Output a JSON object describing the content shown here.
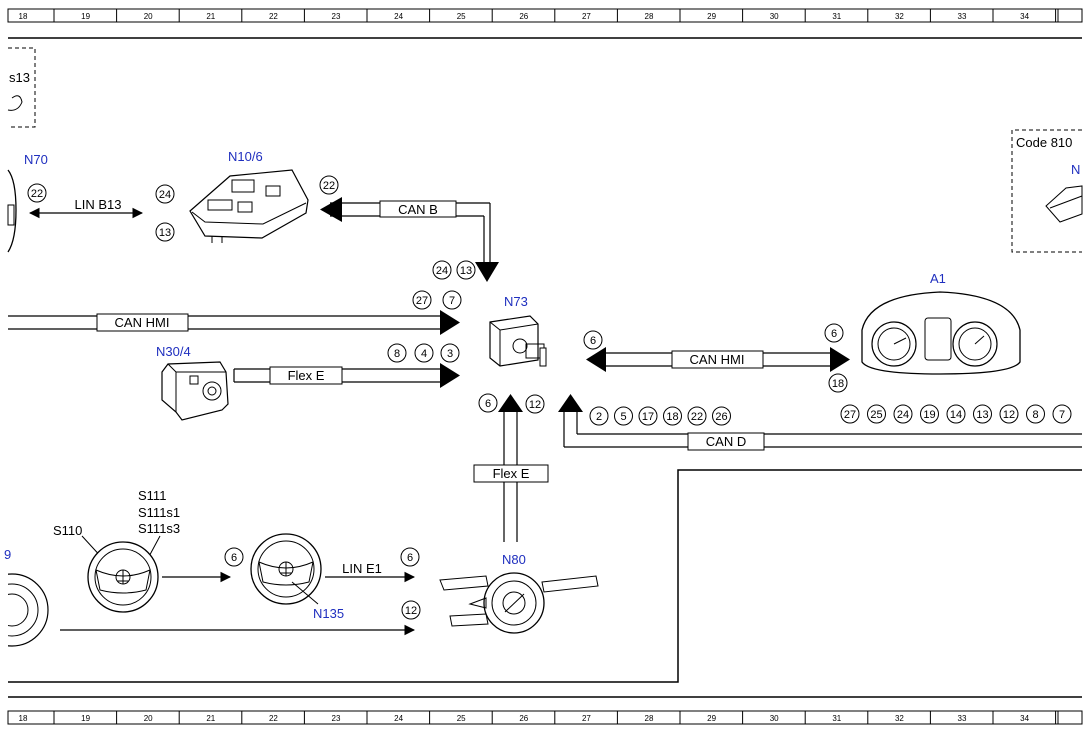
{
  "ruler": {
    "numbers": [
      "18",
      "19",
      "20",
      "21",
      "22",
      "23",
      "24",
      "25",
      "26",
      "27",
      "28",
      "29",
      "30",
      "31",
      "32",
      "33",
      "34"
    ]
  },
  "components": {
    "s13_fragment": "s13",
    "n70": "N70",
    "n10_6": "N10/6",
    "n73": "N73",
    "a1": "A1",
    "n30_4": "N30/4",
    "n80": "N80",
    "n135": "N135",
    "s110": "S110",
    "s111_lines": [
      "S111",
      "S111s1",
      "S111s3"
    ],
    "code_box": "Code 810",
    "n_fragment": "N",
    "left_fragment": "9"
  },
  "buses": {
    "lin_b13": "LIN B13",
    "can_b": "CAN B",
    "can_hmi_left": "CAN HMI",
    "flex_e_left": "Flex E",
    "can_hmi_right": "CAN HMI",
    "flex_e_vertical": "Flex E",
    "can_d": "CAN D",
    "lin_e1": "LIN E1"
  },
  "pins": {
    "n70_pin": "22",
    "lin_b13_pins": [
      "24",
      "13"
    ],
    "can_b_pin": "22",
    "n73_top": [
      "24",
      "13"
    ],
    "can_hmi_left_pins": [
      "27",
      "7"
    ],
    "flex_e_left_pins": [
      "8",
      "4",
      "3"
    ],
    "can_hmi_right_left": "6",
    "can_hmi_right_right": [
      "6",
      "18"
    ],
    "flex_e_vertical_pins": [
      "6",
      "12"
    ],
    "can_d_n73_pins": [
      "2",
      "5",
      "17",
      "18",
      "22",
      "26"
    ],
    "can_d_a1_pins": [
      "27",
      "25",
      "24",
      "19",
      "14",
      "13",
      "12",
      "8",
      "7"
    ],
    "steering_pin": "6",
    "lin_e1_pin": "6",
    "bottom_pin": "12"
  }
}
